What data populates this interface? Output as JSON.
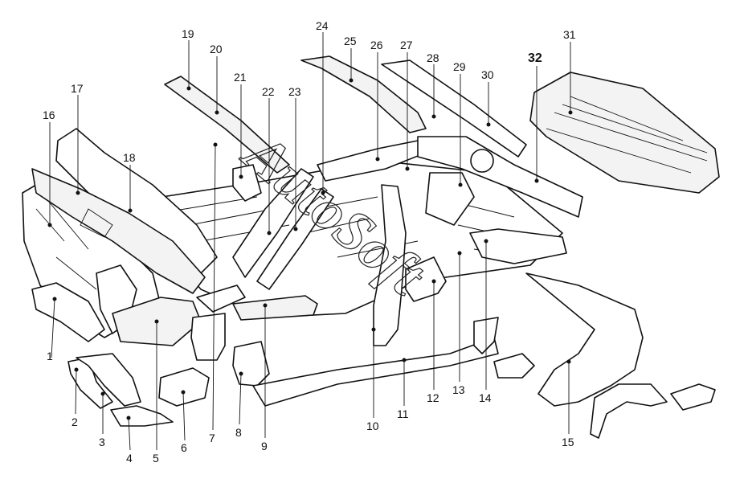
{
  "watermark": "AutoSoft",
  "callouts": [
    "1",
    "2",
    "3",
    "4",
    "5",
    "6",
    "7",
    "8",
    "9",
    "10",
    "11",
    "12",
    "13",
    "14",
    "15",
    "16",
    "17",
    "18",
    "19",
    "20",
    "21",
    "22",
    "23",
    "24",
    "25",
    "26",
    "27",
    "28",
    "29",
    "30",
    "31",
    "32"
  ]
}
